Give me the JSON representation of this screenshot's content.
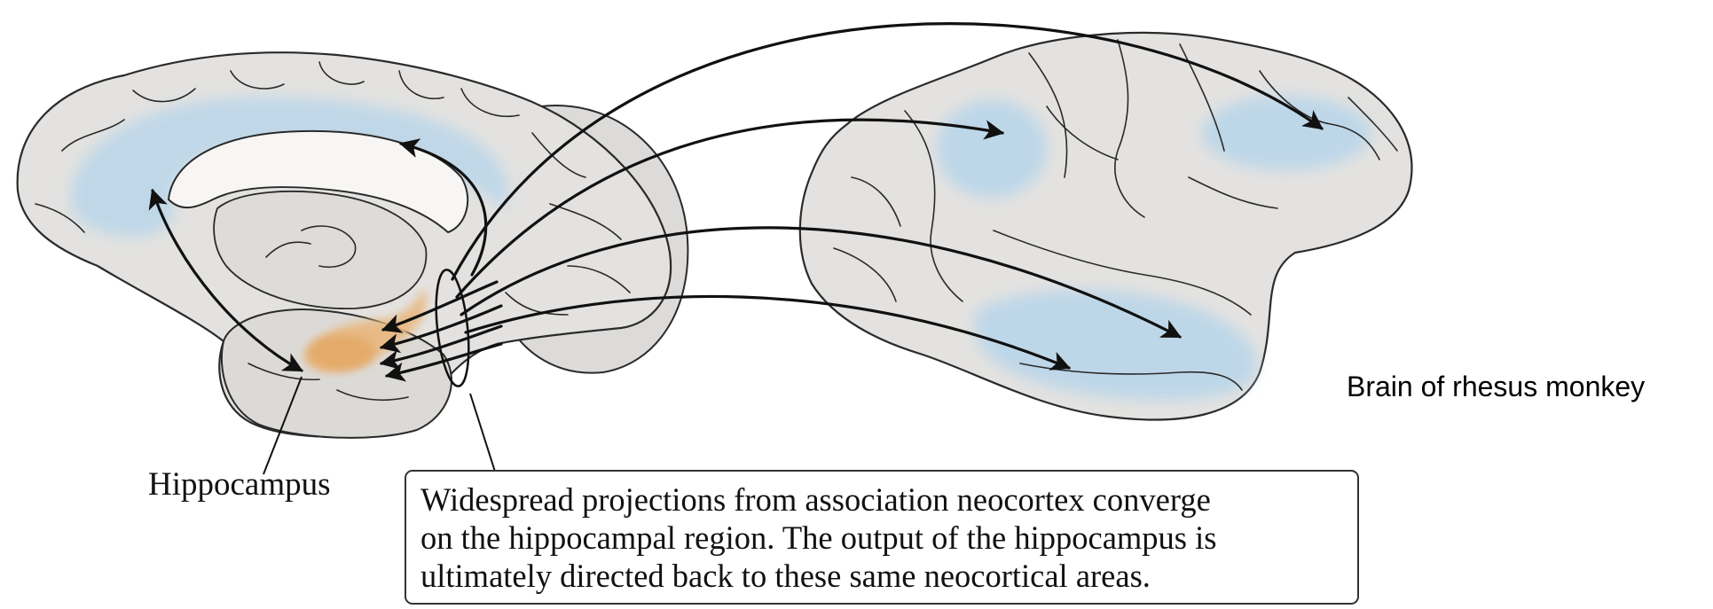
{
  "labels": {
    "hippocampus": "Hippocampus",
    "monkey_brain": "Brain of rhesus monkey"
  },
  "caption": {
    "lines": [
      "Widespread projections from association neocortex converge",
      "on the hippocampal region. The output of the hippocampus is",
      "ultimately directed back to these same neocortical areas."
    ]
  },
  "colors": {
    "cortex": "#e3e2e0",
    "cortex_outline": "#2a2a2a",
    "association_area": "#b9d6ea",
    "hippocampus": "#e9b77f",
    "arrow": "#111111"
  }
}
